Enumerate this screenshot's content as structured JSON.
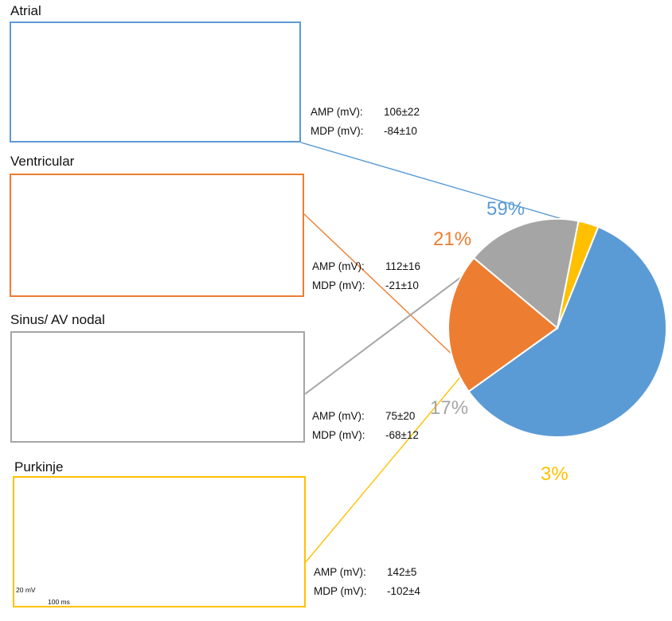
{
  "panels": [
    {
      "id": "atrial",
      "title": "Atrial",
      "color": "#5b9bd5",
      "amp_label": "AMP (mV):",
      "amp_value": "106±22",
      "mdp_label": "MDP (mV):",
      "mdp_value": "-84±10"
    },
    {
      "id": "ventricular",
      "title": "Ventricular",
      "color": "#ed7d31",
      "amp_label": "AMP (mV):",
      "amp_value": "112±16",
      "mdp_label": "MDP (mV):",
      "mdp_value": "-21±10"
    },
    {
      "id": "nodal",
      "title": "Sinus/ AV nodal",
      "color": "#a5a5a5",
      "amp_label": "AMP (mV):",
      "amp_value": "75±20",
      "mdp_label": "MDP (mV):",
      "mdp_value": "-68±12"
    },
    {
      "id": "purkinje",
      "title": "Purkinje",
      "color": "#ffc000",
      "amp_label": "AMP (mV):",
      "amp_value": "142±5",
      "mdp_label": "MDP (mV):",
      "mdp_value": "-102±4"
    }
  ],
  "scale_bar": {
    "voltage": "20 mV",
    "time": "100 ms"
  },
  "chart_data": {
    "type": "pie",
    "categories": [
      "Atrial",
      "Ventricular",
      "Sinus/ AV nodal",
      "Purkinje"
    ],
    "values": [
      59,
      21,
      17,
      3
    ],
    "labels": [
      "59%",
      "21%",
      "17%",
      "3%"
    ],
    "colors": [
      "#5b9bd5",
      "#ed7d31",
      "#a5a5a5",
      "#ffc000"
    ]
  }
}
